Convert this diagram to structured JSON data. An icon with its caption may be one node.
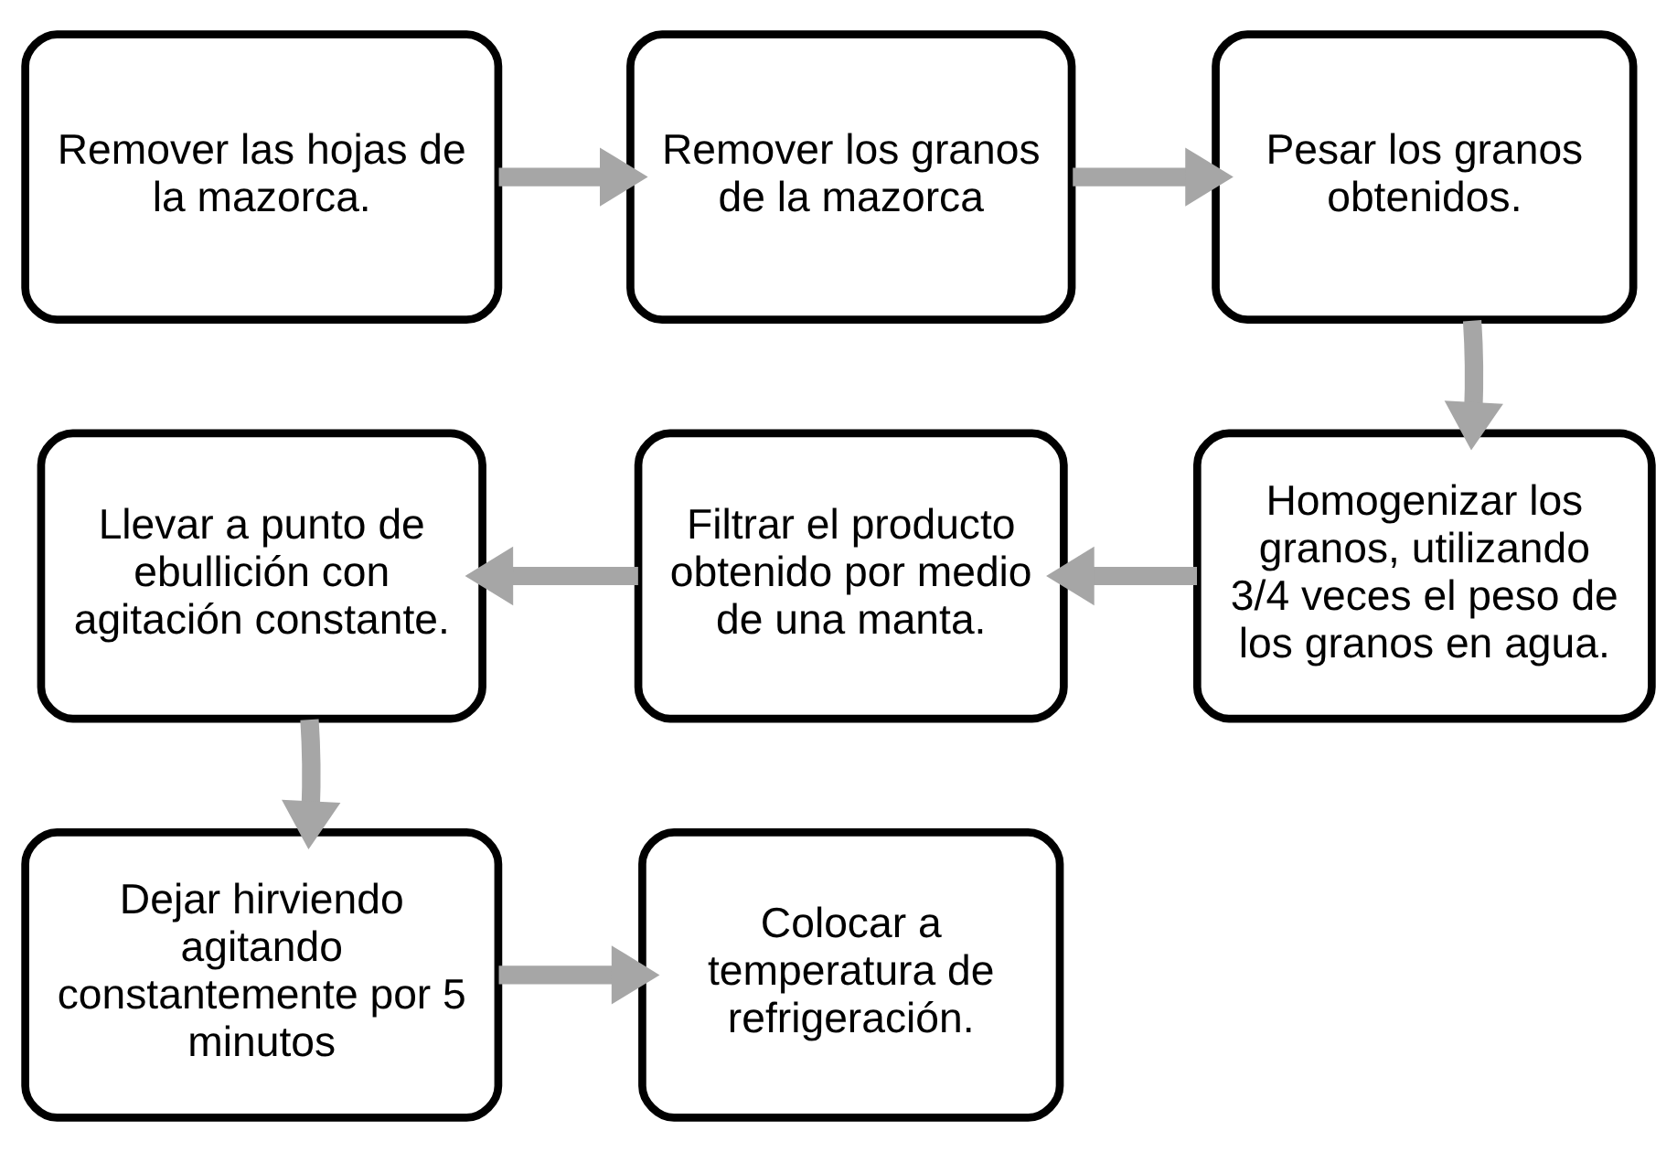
{
  "diagram": {
    "nodes": [
      {
        "text": [
          "Remover las hojas de la mazorca."
        ]
      },
      {
        "text": [
          "Remover los granos de la mazorca"
        ]
      },
      {
        "text": [
          "Pesar los granos obtenidos."
        ]
      },
      {
        "text": [
          "Homogenizar los granos, utilizando 3/4 veces el peso de los granos en agua."
        ]
      },
      {
        "text": [
          "Filtrar el producto obtenido por medio de una manta."
        ]
      },
      {
        "text": [
          "Llevar a punto de ebullición con agitación constante."
        ]
      },
      {
        "text": [
          "Dejar hirviendo agitando constantemente por 5 minutos"
        ]
      },
      {
        "text": [
          "Colocar a temperatura de refrigeración."
        ]
      }
    ],
    "edges": [
      {
        "from": 0,
        "to": 1,
        "arrow": "to"
      },
      {
        "from": 1,
        "to": 2,
        "arrow": "to"
      },
      {
        "from": 2,
        "to": 3,
        "arrow": "to"
      },
      {
        "from": 3,
        "to": 4,
        "arrow": "to"
      },
      {
        "from": 4,
        "to": 5,
        "arrow": "to"
      },
      {
        "from": 5,
        "to": 6,
        "arrow": "to"
      },
      {
        "from": 6,
        "to": 7,
        "arrow": "to"
      }
    ]
  }
}
